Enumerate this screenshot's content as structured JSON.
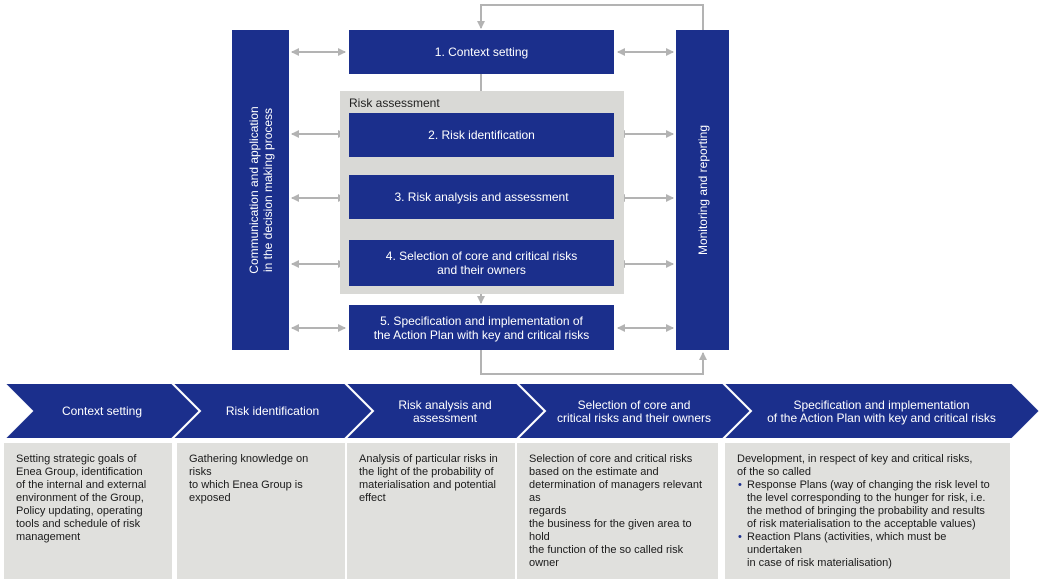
{
  "top": {
    "left_bar": "Communication and application\nin the decision making process",
    "right_bar": "Monitoring and reporting",
    "risk_assessment_title": "Risk assessment",
    "steps": [
      "1. Context setting",
      "2. Risk identification",
      "3. Risk analysis and assessment",
      "4. Selection of core and critical risks\nand their owners",
      "5. Specification and implementation of\nthe Action Plan with key and critical risks"
    ]
  },
  "colors": {
    "primary": "#1b2f8c",
    "panel": "#e0e0dd",
    "risk_bg": "#d9d9d6",
    "arrow": "#b3b3b3"
  },
  "phases": [
    {
      "title": "Context setting",
      "body": "Setting strategic goals of\nEnea Group, identification\nof the internal and external\nenvironment of the Group,\nPolicy updating, operating\ntools and schedule of risk\nmanagement"
    },
    {
      "title": "Risk identification",
      "body": "Gathering knowledge on risks\nto which Enea Group is\nexposed"
    },
    {
      "title": "Risk analysis and\nassessment",
      "body": "Analysis of particular risks in\nthe light of the probability of\nmaterialisation and potential\neffect"
    },
    {
      "title": "Selection of core and\ncritical risks and their owners",
      "body": "Selection of core and critical risks\nbased on the estimate and\ndetermination of managers relevant as\nregards\nthe business for the given area to hold\nthe function of the so called risk owner"
    },
    {
      "title": "Specification and implementation\nof the Action Plan with key and critical risks",
      "intro": "Development, in respect of key and critical risks,\nof the so called",
      "bullets": [
        "Response Plans (way of changing the risk level to\nthe level corresponding to the hunger for risk, i.e.\nthe method of bringing the probability and results\nof risk materialisation to the acceptable values)",
        "Reaction Plans (activities, which must be undertaken\nin case of risk materialisation)"
      ]
    }
  ]
}
